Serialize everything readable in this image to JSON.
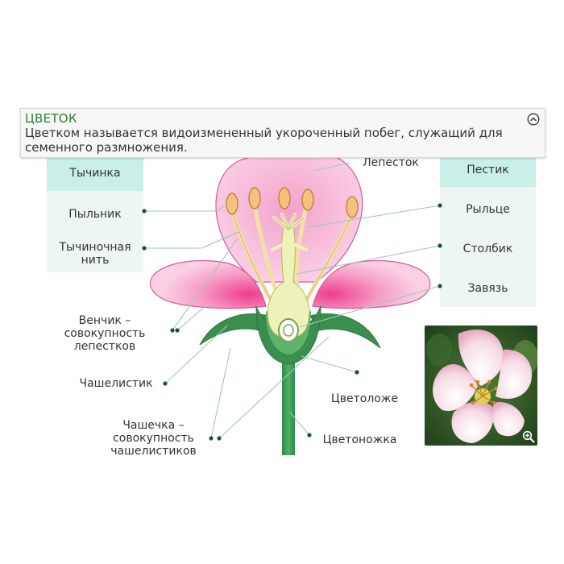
{
  "header": {
    "title": "ЦВЕТОК",
    "description": "Цветком называется видоизмененный укороченный побег, служащий для семенного размножения."
  },
  "labels": {
    "stamen": "Тычинка",
    "anther": "Пыльник",
    "filament": "Тычиночная нить",
    "corolla": "Венчик – совокупность лепестков",
    "sepal": "Чашелистик",
    "calyx": "Чашечка – совокупность чашелистиков",
    "petal": "Лепесток",
    "pistil": "Пестик",
    "stigma": "Рыльце",
    "style": "Столбик",
    "ovary": "Завязь",
    "receptacle": "Цветоложе",
    "pedicel": "Цветоножка"
  },
  "colors": {
    "petal_light": "#f9c6df",
    "petal_dark": "#ee3d8c",
    "sepal_green": "#3a8f4e",
    "pistil_yellow": "#eef2b8",
    "anther_orange": "#f5c27d",
    "leader_line": "#9fc6c0",
    "dot": "#1f4f4a",
    "title_green": "#2e7d32"
  },
  "icons": {
    "collapse": "chevron-up-circle-icon",
    "zoom": "zoom-in-icon"
  }
}
